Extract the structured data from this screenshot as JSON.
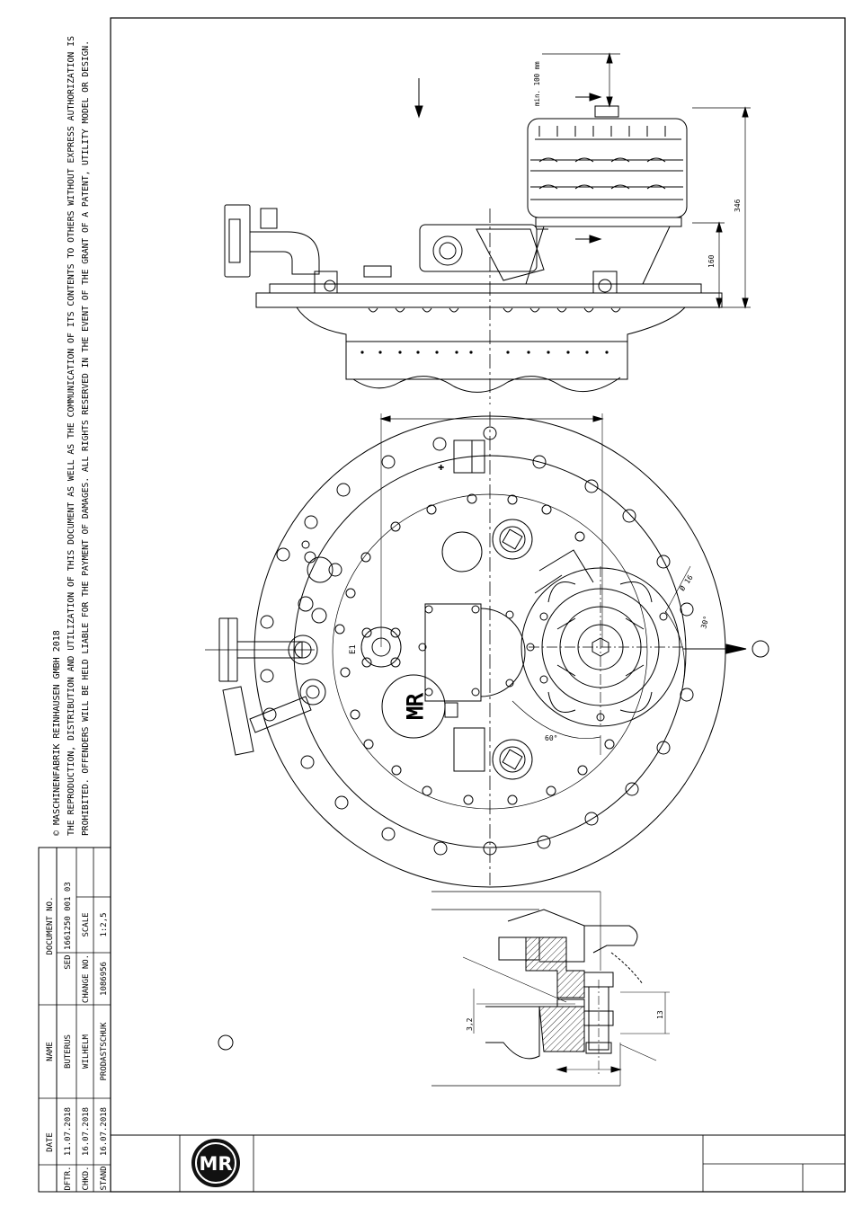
{
  "copyright": {
    "line1": "© MASCHINENFABRIK REINHAUSEN GMBH 2018",
    "line2": "THE REPRODUCTION, DISTRIBUTION AND UTILIZATION OF THIS DOCUMENT AS WELL AS THE COMMUNICATION OF ITS CONTENTS TO OTHERS WITHOUT EXPRESS AUTHORIZATION IS",
    "line3": "PROHIBITED. OFFENDERS WILL BE HELD LIABLE FOR THE PAYMENT OF DAMAGES. ALL RIGHTS RESERVED IN THE EVENT OF THE GRANT OF A PATENT, UTILITY MODEL OR DESIGN."
  },
  "title_block": {
    "headers": {
      "date": "DATE",
      "name": "NAME",
      "document_no": "DOCUMENT NO."
    },
    "rows": [
      {
        "role": "DFTR.",
        "date": "11.07.2018",
        "name": "BUTERUS"
      },
      {
        "role": "CHKD.",
        "date": "16.07.2018",
        "name": "WILHELM"
      },
      {
        "role": "STAND",
        "date": "16.07.2018",
        "name": "PRODASTSCHUK"
      }
    ],
    "document_no_value": "SED 1661250 001 03",
    "change_label": "CHANGE NO.",
    "change_value": "1086956",
    "scale_label": "SCALE",
    "scale_value": "1:2,5"
  },
  "logo": {
    "text": "MR"
  },
  "dimensions": {
    "min_clearance": "min. 100 mm",
    "height_total": "346",
    "height_partial": "160",
    "diameter": "Ø 16",
    "angle_30": "30°",
    "angle_60": "60°",
    "gap": "3,2",
    "thread": "13"
  },
  "labels": {
    "e1": "E1",
    "top_mark": "✚",
    "mr_plate": "MR"
  }
}
